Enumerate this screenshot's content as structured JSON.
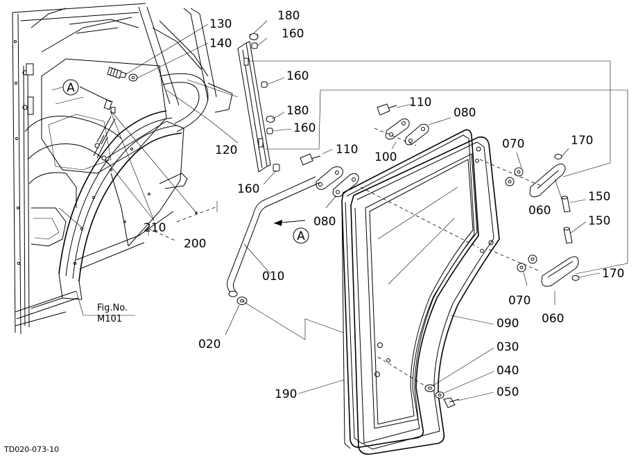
{
  "drawing": {
    "code": "TD020-073-10",
    "fig_ref_label": "Fig.No.",
    "fig_ref_number": "M101"
  },
  "callouts": {
    "a1": "A",
    "a2": "A"
  },
  "labels": {
    "p180a": "180",
    "p160a": "160",
    "p130": "130",
    "p140": "140",
    "p160b": "160",
    "p180b": "180",
    "p160c": "160",
    "p120": "120",
    "p160d": "160",
    "p110a": "110",
    "p080a": "080",
    "p100": "100",
    "p110b": "110",
    "p080b": "080",
    "p070a": "070",
    "p170a": "170",
    "p150a": "150",
    "p060a": "060",
    "p150b": "150",
    "p210": "210",
    "p200": "200",
    "p010": "010",
    "p070b": "070",
    "p170b": "170",
    "p060b": "060",
    "p090": "090",
    "p020": "020",
    "p030": "030",
    "p040": "040",
    "p050": "050",
    "p190": "190"
  }
}
